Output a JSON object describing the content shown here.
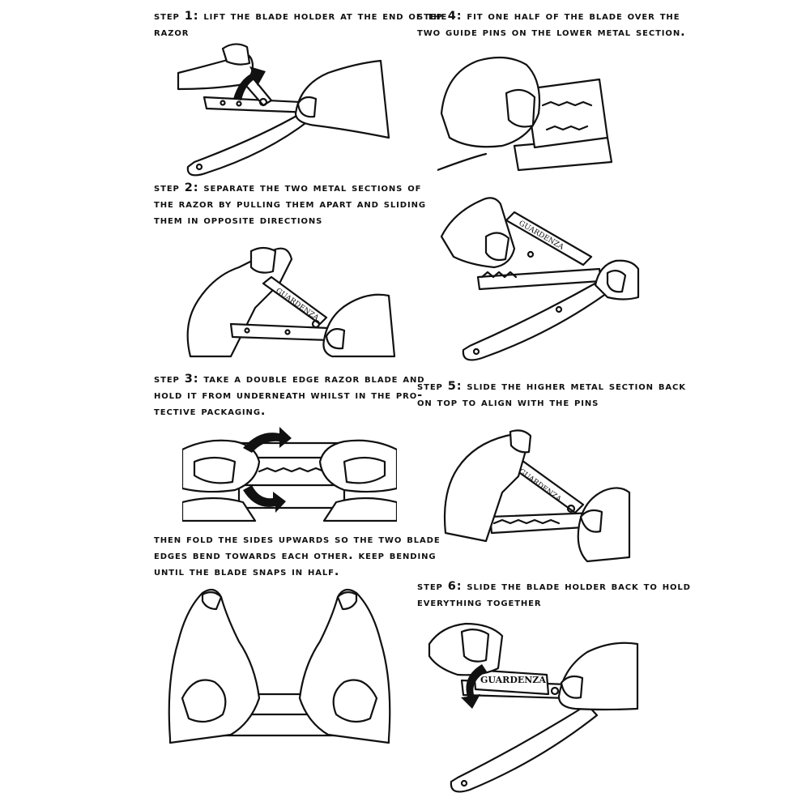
{
  "steps": [
    {
      "id": "step1",
      "text": "Step 1: Lift the blade holder at the end of the\nrazor"
    },
    {
      "id": "step2",
      "text": "Step 2: Separate the two metal sections of\nthe razor by pulling them apart and sliding\nthem in opposite directions"
    },
    {
      "id": "step3",
      "text": "Step 3: Take a double edge razor blade and\nhold it from underneath whilst in the pro-\ntective packaging."
    },
    {
      "id": "step3b",
      "text": "Then fold the sides upwards so the two blade\nedges bend towards each other. Keep bending\nuntil the blade snaps in half."
    },
    {
      "id": "step4",
      "text": "Step 4: Fit one half of the blade over the\ntwo guide pins on the lower metal section."
    },
    {
      "id": "step5",
      "text": "Step 5: Slide the higher metal section back\non top to align with the pins"
    },
    {
      "id": "step6",
      "text": "Step 6: Slide the blade holder back to hold\neverything together"
    }
  ],
  "brand_label": "GUARDENZA",
  "colors": {
    "ink": "#111111",
    "paper": "#ffffff"
  }
}
